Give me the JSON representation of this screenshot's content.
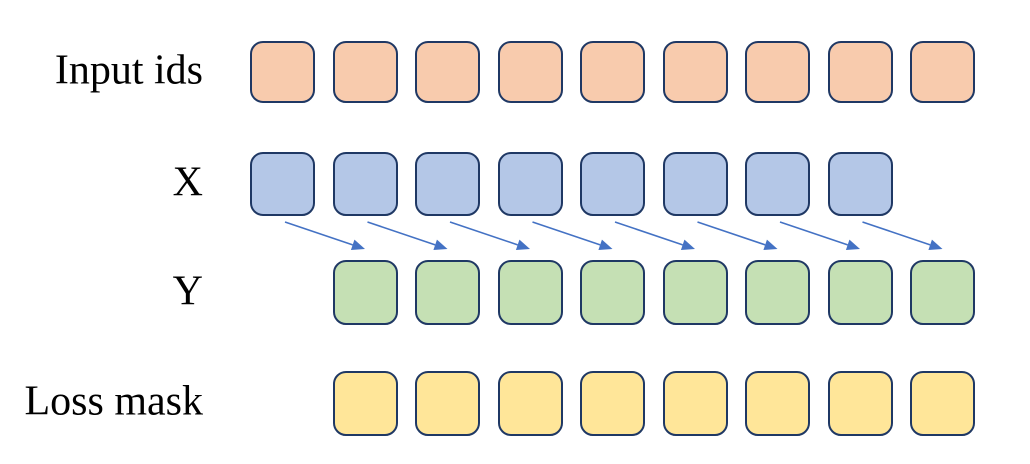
{
  "colors": {
    "background": "#FFFFFF",
    "square_border": "#1F3864",
    "arrow": "#4472C4",
    "label_text": "#000000"
  },
  "rows": [
    {
      "name": "input-ids",
      "label": "Input ids",
      "fill": "#F8CBAD",
      "count": 9,
      "start_col": 0
    },
    {
      "name": "x",
      "label": "X",
      "fill": "#B4C7E7",
      "count": 8,
      "start_col": 0
    },
    {
      "name": "y",
      "label": "Y",
      "fill": "#C5E0B4",
      "count": 8,
      "start_col": 1
    },
    {
      "name": "loss-mask",
      "label": "Loss mask",
      "fill": "#FFE699",
      "count": 8,
      "start_col": 1
    }
  ],
  "arrows": {
    "count": 8,
    "from_row": "x",
    "to_row": "y"
  }
}
